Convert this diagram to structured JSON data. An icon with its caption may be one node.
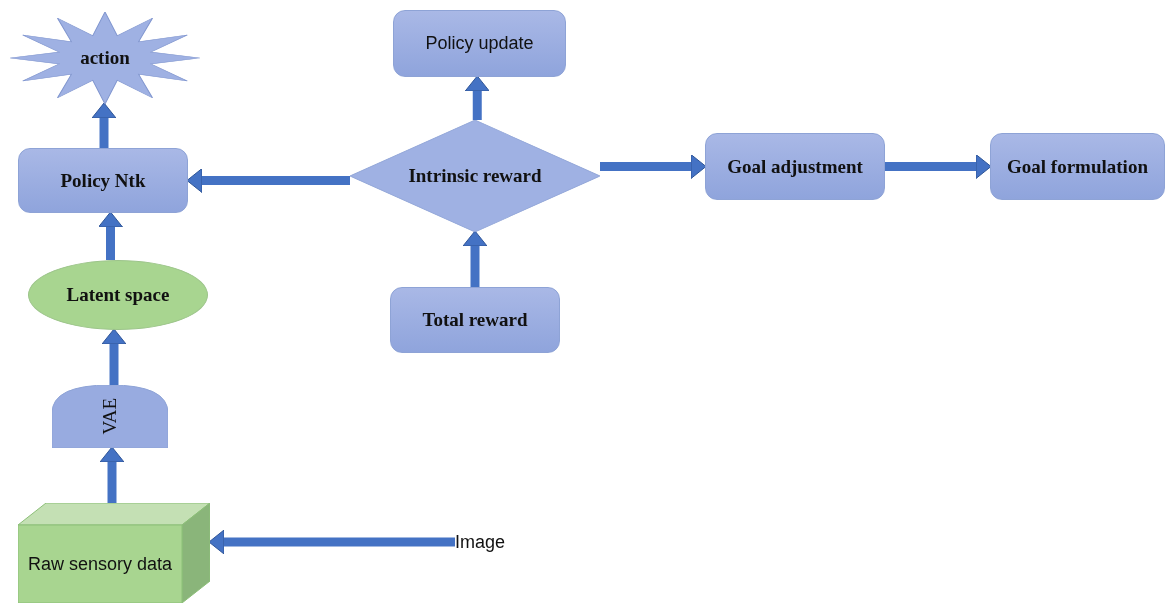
{
  "diagram": {
    "nodes": [
      {
        "text": [
          "action"
        ]
      },
      {
        "text": [
          "Policy Ntk"
        ]
      },
      {
        "text": [
          "Latent space"
        ]
      },
      {
        "text": [
          "VAE"
        ]
      },
      {
        "text": [
          "Raw sensory data"
        ]
      },
      {
        "text": [
          "Image"
        ]
      },
      {
        "text": [
          "Policy update"
        ]
      },
      {
        "text": [
          "Intrinsic reward"
        ]
      },
      {
        "text": [
          "Total reward"
        ]
      },
      {
        "text": [
          "Goal adjustment"
        ]
      },
      {
        "text": [
          "Goal formulation"
        ]
      }
    ],
    "edges": [
      {
        "from": 1,
        "to": 0,
        "arrow": "to"
      },
      {
        "from": 2,
        "to": 1,
        "arrow": "to"
      },
      {
        "from": 3,
        "to": 2,
        "arrow": "to"
      },
      {
        "from": 4,
        "to": 3,
        "arrow": "to"
      },
      {
        "from": 5,
        "to": 4,
        "arrow": "to"
      },
      {
        "from": 7,
        "to": 6,
        "arrow": "to"
      },
      {
        "from": 8,
        "to": 7,
        "arrow": "to"
      },
      {
        "from": 7,
        "to": 1,
        "arrow": "to"
      },
      {
        "from": 7,
        "to": 9,
        "arrow": "to"
      },
      {
        "from": 9,
        "to": 10,
        "arrow": "to"
      }
    ]
  }
}
